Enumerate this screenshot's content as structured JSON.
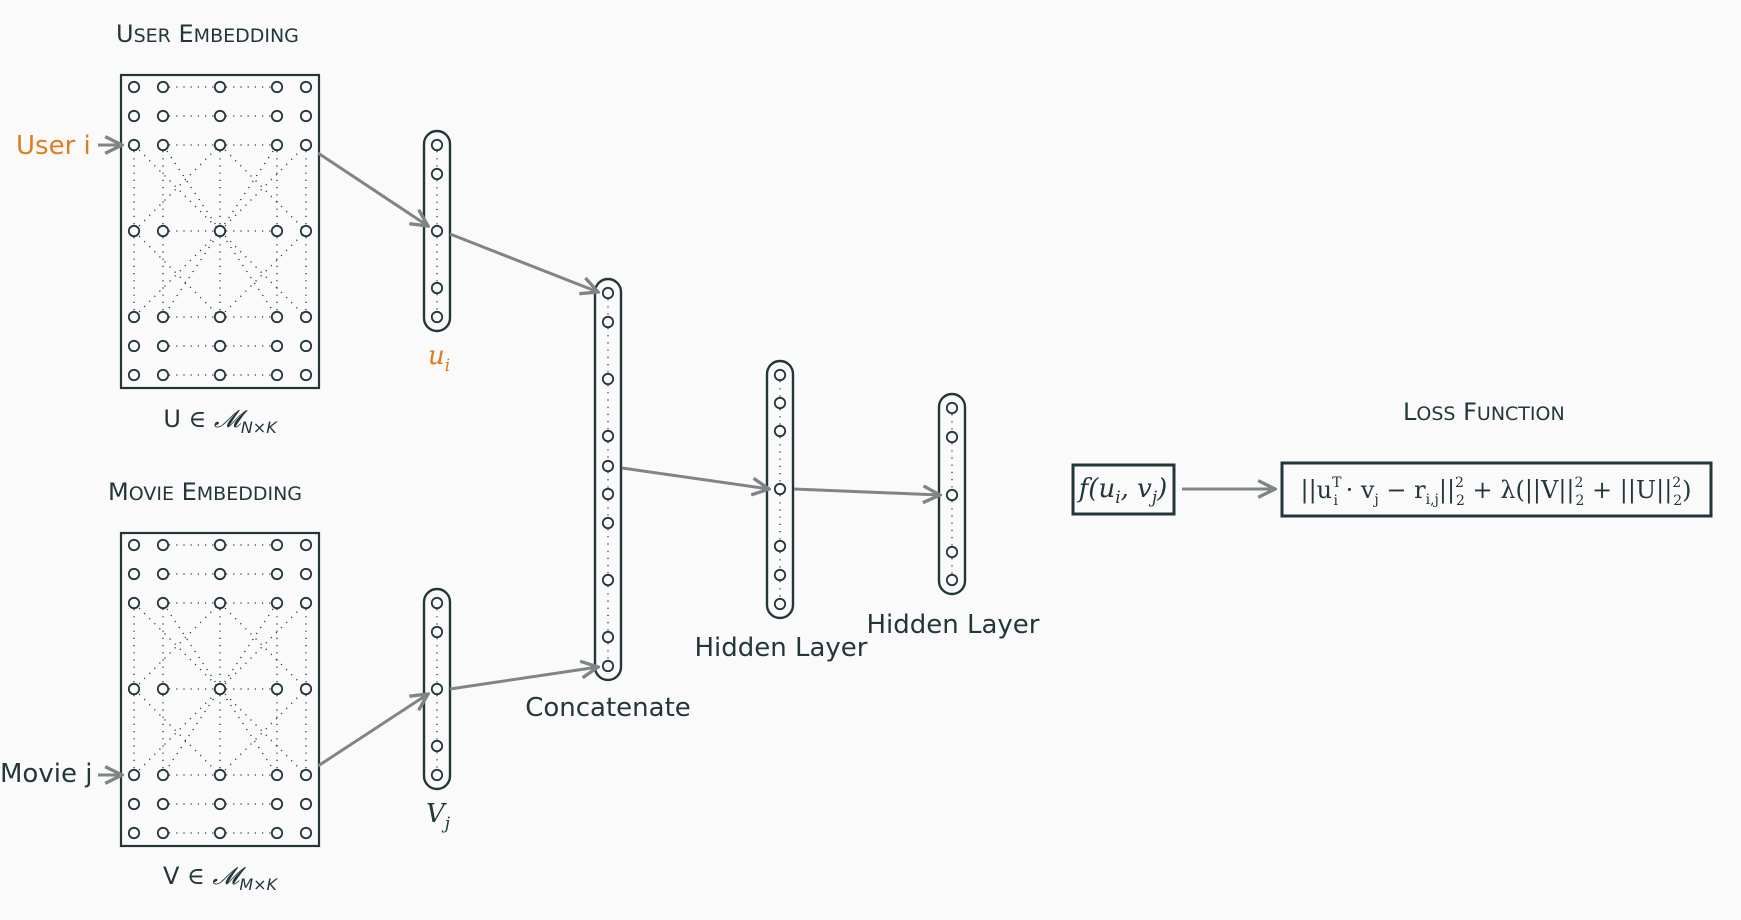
{
  "user_section": {
    "title_caps": [
      "U",
      "E"
    ],
    "title_rest": [
      "SER",
      "MBEDDING"
    ],
    "input_label": "User i",
    "matrix_symbol": "U",
    "matrix_set": "∈ 𝓜",
    "matrix_sub": "N×K",
    "vector_label": "u",
    "vector_sub": "i"
  },
  "movie_section": {
    "title_caps": [
      "M",
      "E"
    ],
    "title_rest": [
      "OVIE",
      "MBEDDING"
    ],
    "input_label": "Movie j",
    "matrix_symbol": "V",
    "matrix_set": "∈ 𝓜",
    "matrix_sub": "M×K",
    "vector_label": "V",
    "vector_sub": "j"
  },
  "layers": {
    "concatenate": "Concatenate",
    "hidden1": "Hidden Layer",
    "hidden2": "Hidden Layer"
  },
  "loss": {
    "title_caps": [
      "L",
      "F"
    ],
    "title_rest": [
      "OSS",
      "UNCTION"
    ],
    "f_text": "f(u",
    "f_sub_i": "i",
    "f_mid": ", v",
    "f_sub_j": "j",
    "f_end": ")",
    "formula": {
      "p1": "||u",
      "sup_T": "T",
      "sub_i": "i",
      "p2": " · v",
      "sub_j": "j",
      "p3": " − r",
      "sub_ij": "i,j",
      "p4": "||",
      "sup2a": "2",
      "sub2a": "2",
      "p5": " + λ(||V||",
      "sup2b": "2",
      "sub2b": "2",
      "p6": " + ||U||",
      "sup2c": "2",
      "sub2c": "2",
      "p7": ")"
    }
  },
  "colors": {
    "accent": "#e07b20",
    "text": "#23373b",
    "arrow": "#7f8585",
    "background": "#fafafa"
  }
}
